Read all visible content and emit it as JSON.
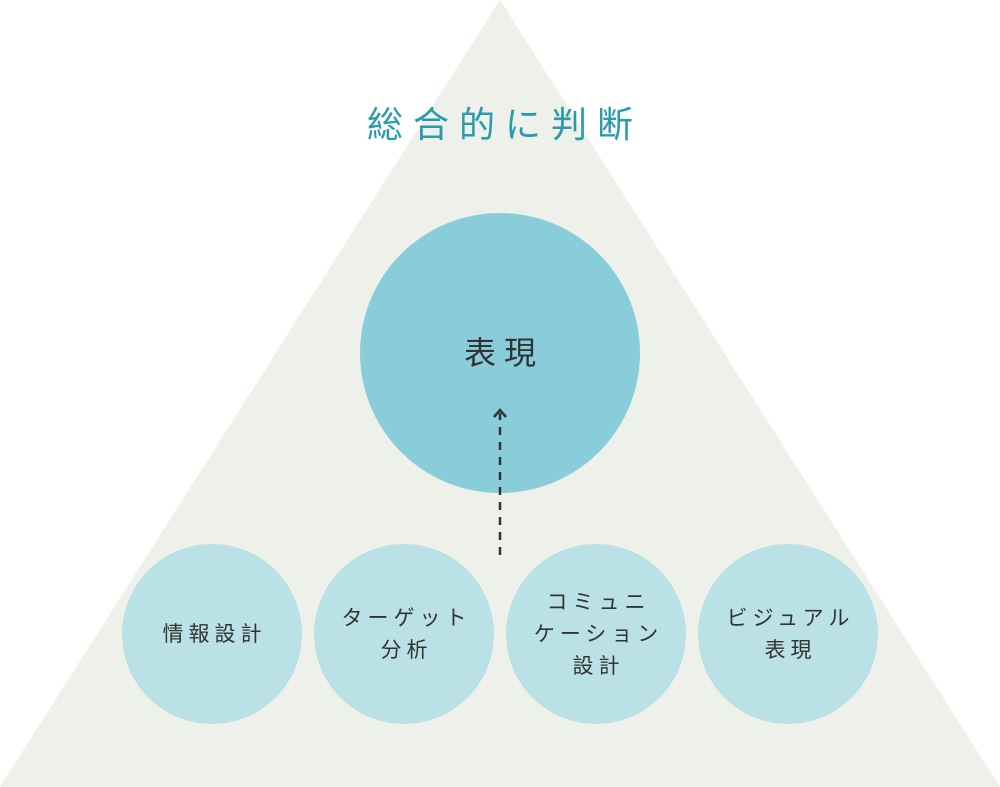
{
  "title": "総合的に判断",
  "center": {
    "label": "表現"
  },
  "foundations": [
    {
      "label": "情報設計"
    },
    {
      "label": "ターゲット\n分析"
    },
    {
      "label": "コミュニ\nケーション\n設計"
    },
    {
      "label": "ビジュアル\n表現"
    }
  ],
  "colors": {
    "triangle": "#eef0ea",
    "title": "#2a9aad",
    "center": "#88cdd9",
    "foundation": "#b9e1e6",
    "arrow": "#333333"
  }
}
